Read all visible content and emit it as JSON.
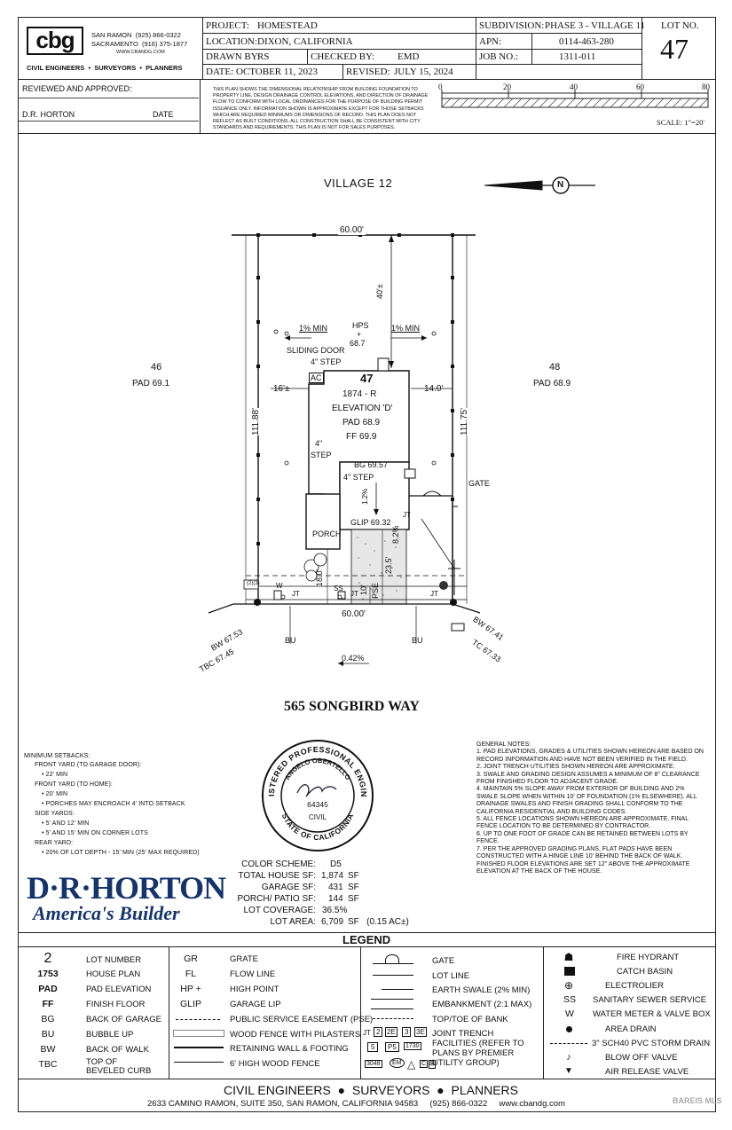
{
  "company": {
    "logo": "cbg",
    "offices": [
      "SAN RAMON  (925) 866-0322",
      "SACRAMENTO  (916) 375-1877"
    ],
    "website": "WWW.CBANDG.COM",
    "tagline": "CIVIL ENGINEERS  •  SURVEYORS  •  PLANNERS"
  },
  "title_block": {
    "project_label": "PROJECT:",
    "project": "HOMESTEAD",
    "location_label": "LOCATION:",
    "location": "DIXON, CALIFORNIA",
    "drawn_label": "DRAWN BY:",
    "drawn": "RS",
    "checked_label": "CHECKED BY:",
    "checked": "EMD",
    "date_label": "DATE:",
    "date": "OCTOBER 11, 2023",
    "revised_label": "REVISED:",
    "revised": "JULY 15, 2024",
    "subdivision_label": "SUBDIVISION:",
    "subdivision": "PHASE 3 - VILLAGE 11",
    "apn_label": "APN:",
    "apn": "0114-463-280",
    "job_label": "JOB NO.:",
    "job": "1311-011",
    "lot_label": "LOT NO.",
    "lot": "47"
  },
  "review": {
    "label": "REVIEWED AND APPROVED:",
    "company": "D.R. HORTON",
    "date": "DATE"
  },
  "disclaimer": "THIS PLAN SHOWS THE DIMENSIONAL RELATIONSHIP FROM BUILDING FOUNDATION TO PROPERTY LINE, DESIGN DRAINAGE CONTROL ELEVATIONS, AND DIRECTION OF DRAINAGE FLOW TO CONFORM WITH LOCAL ORDINANCES FOR THE PURPOSE OF BUILDING PERMIT ISSUANCE ONLY. INFORMATION SHOWN IS APPROXIMATE EXCEPT FOR THOSE SETBACKS WHICH ARE REQUIRED MINIMUMS OR DIMENSIONS OF RECORD. THIS PLAN DOES NOT REFLECT AS BUILT CONDITIONS. ALL CONSTRUCTION SHALL BE CONSISTENT WITH CITY STANDARDS AND REQUIREMENTS. THIS PLAN IS NOT FOR SALES PURPOSES.",
  "scale": {
    "ticks": [
      "0",
      "20",
      "40",
      "60",
      "80"
    ],
    "label": "SCALE: 1\"=20'"
  },
  "plan": {
    "village": "VILLAGE 12",
    "north": "N",
    "top_width": "60.00'",
    "bottom_width": "60.00'",
    "rear_setback": "40'±",
    "left_depth": "111.88'",
    "right_depth": "111.75'",
    "left_side": "16'±",
    "right_side": "14.0'",
    "left_lot": "46",
    "left_pad": "PAD 69.1",
    "right_lot": "48",
    "right_pad": "PAD 68.9",
    "slope_left": "1% MIN",
    "slope_right": "1% MIN",
    "hps": "HPS",
    "hps_val": "68.7",
    "sliding_door": "SLIDING DOOR",
    "step_top": "4\" STEP",
    "ac": "AC",
    "lot_in_house": "47",
    "house_plan": "1874 - R",
    "elevation": "ELEVATION 'D'",
    "pad": "PAD 68.9",
    "ff": "FF 69.9",
    "step_left_1": "4\"",
    "step_left_2": "STEP",
    "bg": "BG 69.57",
    "step_garage": "4\" STEP",
    "slope_garage": "1.2%",
    "gate": "GATE",
    "porch": "PORCH",
    "glip": "GLIP 69.32",
    "jt": "JT",
    "drive_slope": "8.2%",
    "drive_len": "23.5'",
    "front_setback": "18.0'",
    "pse_dim": "10'",
    "pse": "PSE",
    "w": "W",
    "ss": "SS",
    "ab": "(2)(3)",
    "bw_left": "BW 67.53",
    "tbc_left": "TBC 67.45",
    "bw_right": "BW 67.41",
    "tc_right": "TC 67.33",
    "bu": "BU",
    "street_slope": "0.42%",
    "street": "565 SONGBIRD WAY"
  },
  "setbacks": {
    "title": "MINIMUM SETBACKS:",
    "lines": [
      "FRONT YARD (TO GARAGE DOOR):",
      "•  22' MIN",
      "FRONT YARD (TO HOME):",
      "•  20' MIN",
      "•  PORCHES MAY ENCROACH 4' INTO SETBACK",
      "SIDE YARDS:",
      "•  5' AND 12' MIN",
      "•  5' AND 15' MIN ON CORNER LOTS",
      "REAR YARD:",
      "•  20% OF LOT DEPTH - 15' MIN (25' MAX REQUIRED)"
    ]
  },
  "seal": {
    "outer": "REGISTERED PROFESSIONAL ENGINEER",
    "name": "ANGELO OBERTELLO",
    "number": "64345",
    "discipline": "CIVIL",
    "state": "STATE OF CALIFORNIA"
  },
  "brand": {
    "name": "D·R·HORTON",
    "tagline": "America's Builder"
  },
  "stats": [
    {
      "label": "COLOR SCHEME:",
      "value": "D5",
      "unit": ""
    },
    {
      "label": "TOTAL HOUSE SF:",
      "value": "1,874",
      "unit": "SF"
    },
    {
      "label": "GARAGE SF:",
      "value": "431",
      "unit": "SF"
    },
    {
      "label": "PORCH/ PATIO SF:",
      "value": "144",
      "unit": "SF"
    },
    {
      "label": "LOT COVERAGE:",
      "value": "36.5%",
      "unit": ""
    },
    {
      "label": "LOT AREA:",
      "value": "6,709",
      "unit": "SF   (0.15 AC±)"
    }
  ],
  "general_notes": {
    "title": "GENERAL NOTES:",
    "items": [
      "1.  PAD ELEVATIONS, GRADES & UTILITIES SHOWN HEREON ARE BASED ON RECORD INFORMATION AND HAVE NOT BEEN VERIFIED IN THE FIELD.",
      "2.  JOINT TRENCH UTILITIES SHOWN HEREON ARE APPROXIMATE.",
      "3.  SWALE AND GRADING DESIGN ASSUMES A MINIMUM OF 8\" CLEARANCE FROM FINISHED FLOOR TO ADJACENT GRADE.",
      "4.  MAINTAIN 5% SLOPE AWAY FROM EXTERIOR OF BUILDING AND 2% SWALE SLOPE WHEN WITHIN 10' OF FOUNDATION (1% ELSEWHERE). ALL DRAINAGE SWALES AND FINISH GRADING SHALL CONFORM TO THE CALIFORNIA RESIDENTIAL AND BUILDING CODES.",
      "5.  ALL FENCE LOCATIONS SHOWN HEREON ARE APPROXIMATE. FINAL FENCE LOCATION TO BE DETERMINED BY CONTRACTOR.",
      "6.  UP TO ONE FOOT OF GRADE CAN BE RETAINED BETWEEN LOTS BY FENCE.",
      "7.  PER THE APPROVED GRADING PLANS, FLAT PADS HAVE BEEN CONSTRUCTED WITH A HINGE LINE 10' BEHIND THE BACK OF WALK.  FINISHED FLOOR ELEVATIONS ARE SET 12\" ABOVE THE APPROXIMATE ELEVATION AT THE BACK OF THE HOUSE."
    ]
  },
  "legend": {
    "title": "LEGEND",
    "col1": [
      {
        "sym": "2",
        "desc": "LOT NUMBER"
      },
      {
        "sym": "1753",
        "desc": "HOUSE PLAN"
      },
      {
        "sym": "PAD",
        "desc": "PAD ELEVATION"
      },
      {
        "sym": "FF",
        "desc": "FINISH FLOOR"
      },
      {
        "sym": "BG",
        "desc": "BACK OF GARAGE"
      },
      {
        "sym": "BU",
        "desc": "BUBBLE UP"
      },
      {
        "sym": "BW",
        "desc": "BACK OF WALK"
      },
      {
        "sym": "TBC",
        "desc": "TOP OF BEVELED CURB"
      }
    ],
    "col2": [
      {
        "sym": "GR",
        "desc": "GRATE"
      },
      {
        "sym": "FL",
        "desc": "FLOW LINE"
      },
      {
        "sym": "HP +",
        "desc": "HIGH  POINT"
      },
      {
        "sym": "GLIP",
        "desc": "GARAGE LIP"
      },
      {
        "sym": "",
        "desc": "PUBLIC SERVICE EASEMENT (PSE)"
      },
      {
        "sym": "",
        "desc": "WOOD FENCE WITH PILASTERS"
      },
      {
        "sym": "",
        "desc": "RETAINING WALL & FOOTING"
      },
      {
        "sym": "",
        "desc": "6' HIGH WOOD FENCE"
      }
    ],
    "col3": [
      {
        "desc": "GATE"
      },
      {
        "desc": "LOT  LINE"
      },
      {
        "desc": "EARTH SWALE (2% MIN)"
      },
      {
        "desc": "EMBANKMENT (2:1 MAX)"
      },
      {
        "desc": "TOP/TOE OF BANK"
      },
      {
        "desc": "JOINT TRENCH FACILITIES (REFER TO PLANS BY PREMIER UTILITY GROUP)"
      }
    ],
    "col3_syms": [
      "JT",
      "2",
      "2E",
      "3",
      "3E",
      "5",
      "P5",
      "1730",
      "3048",
      "EM",
      "C"
    ],
    "col4": [
      {
        "sym": "",
        "desc": "FIRE HYDRANT"
      },
      {
        "sym": "",
        "desc": "CATCH BASIN"
      },
      {
        "sym": "",
        "desc": "ELECTROLIER"
      },
      {
        "sym": "SS",
        "desc": "SANITARY SEWER SERVICE"
      },
      {
        "sym": "W",
        "desc": "WATER METER & VALVE BOX"
      },
      {
        "sym": "",
        "desc": "AREA DRAIN"
      },
      {
        "sym": "",
        "desc": "3\" SCH40 PVC STORM DRAIN"
      },
      {
        "sym": "",
        "desc": "BLOW OFF VALVE"
      },
      {
        "sym": "",
        "desc": "AIR RELEASE VALVE"
      }
    ]
  },
  "footer": {
    "title": "CIVIL ENGINEERS  ●  SURVEYORS  ●  PLANNERS",
    "address": "2633 CAMINO RAMON, SUITE 350, SAN RAMON, CALIFORNIA 94583     (925) 866-0322     www.cbandg.com"
  },
  "watermark": "BAREIS MLS"
}
